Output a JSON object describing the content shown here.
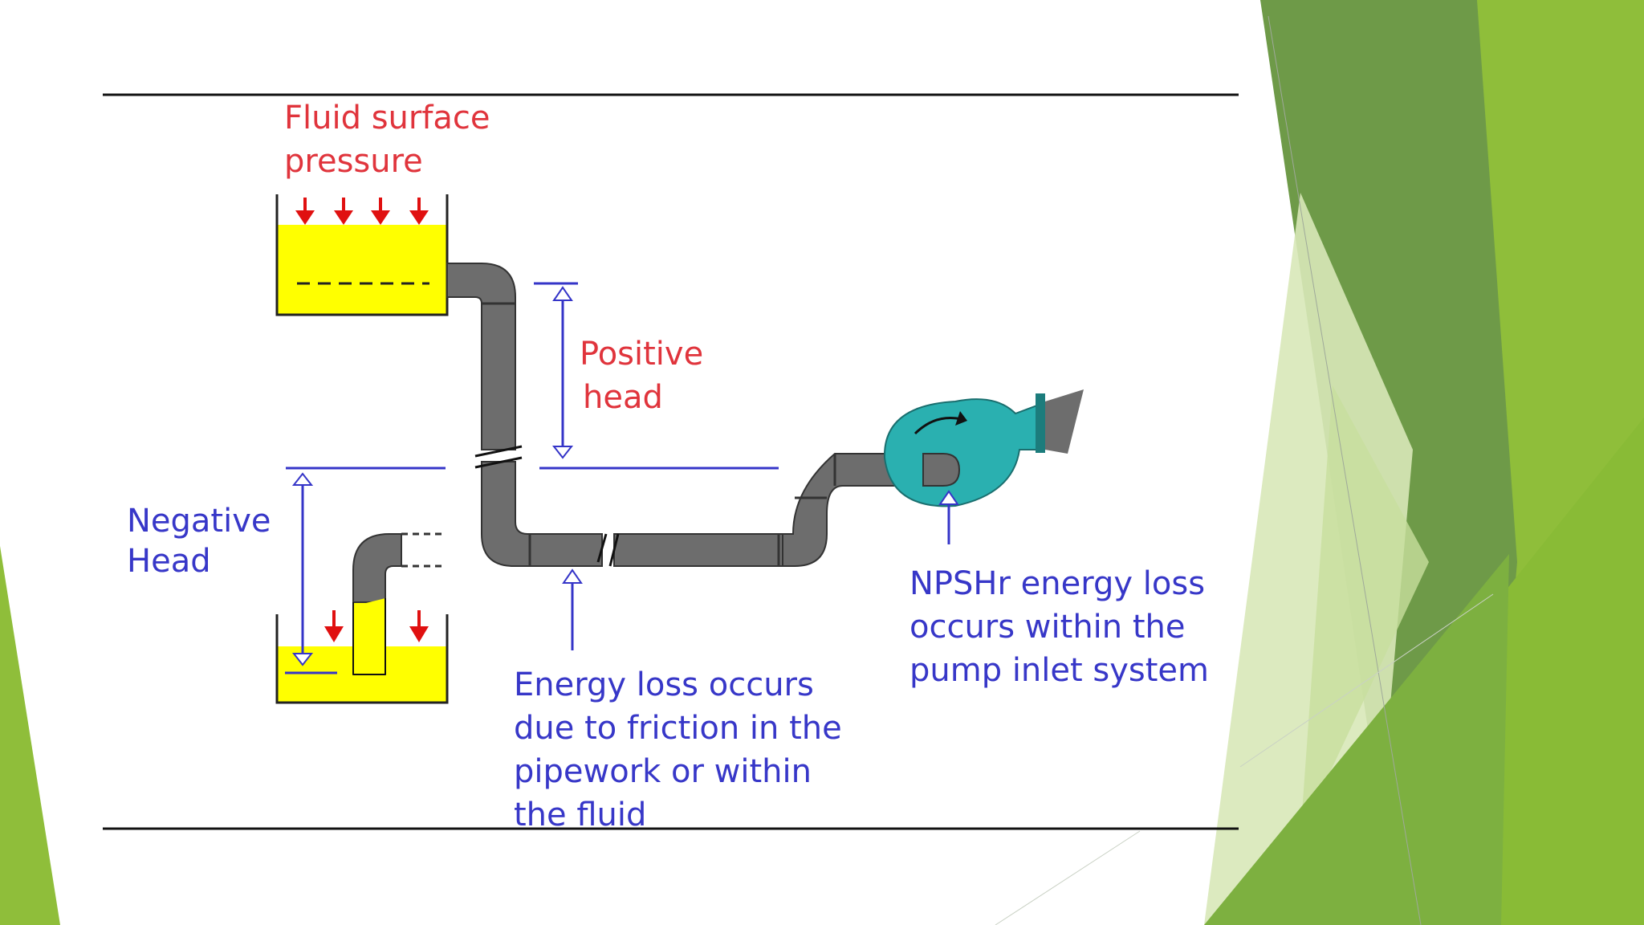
{
  "slide": {
    "theme_colors": {
      "green_dark": "#6e9a48",
      "green_light": "#8fbe3a",
      "green_pale": "#d8e8b8"
    }
  },
  "diagram": {
    "colors": {
      "pipe": "#6d6d6d",
      "tank_fluid": "#ffff00",
      "pump": "#2ab0b0",
      "pressure_arrow": "#e01010",
      "dimension_line": "#3535c8",
      "label_red": "#e0343c",
      "label_blue": "#3737c8"
    },
    "labels": {
      "fluid_surface_line1": "Fluid surface",
      "fluid_surface_line2": "pressure",
      "positive_head_line1": "Positive",
      "positive_head_line2": "head",
      "negative_head_line1": "Negative",
      "negative_head_line2": "Head",
      "friction_line1": "Energy loss occurs",
      "friction_line2": "due to friction in the",
      "friction_line3": "pipework or within",
      "friction_line4": "the fluid",
      "npshr_line1": "NPSHr energy loss",
      "npshr_line2": "occurs within the",
      "npshr_line3": "pump inlet system"
    }
  }
}
